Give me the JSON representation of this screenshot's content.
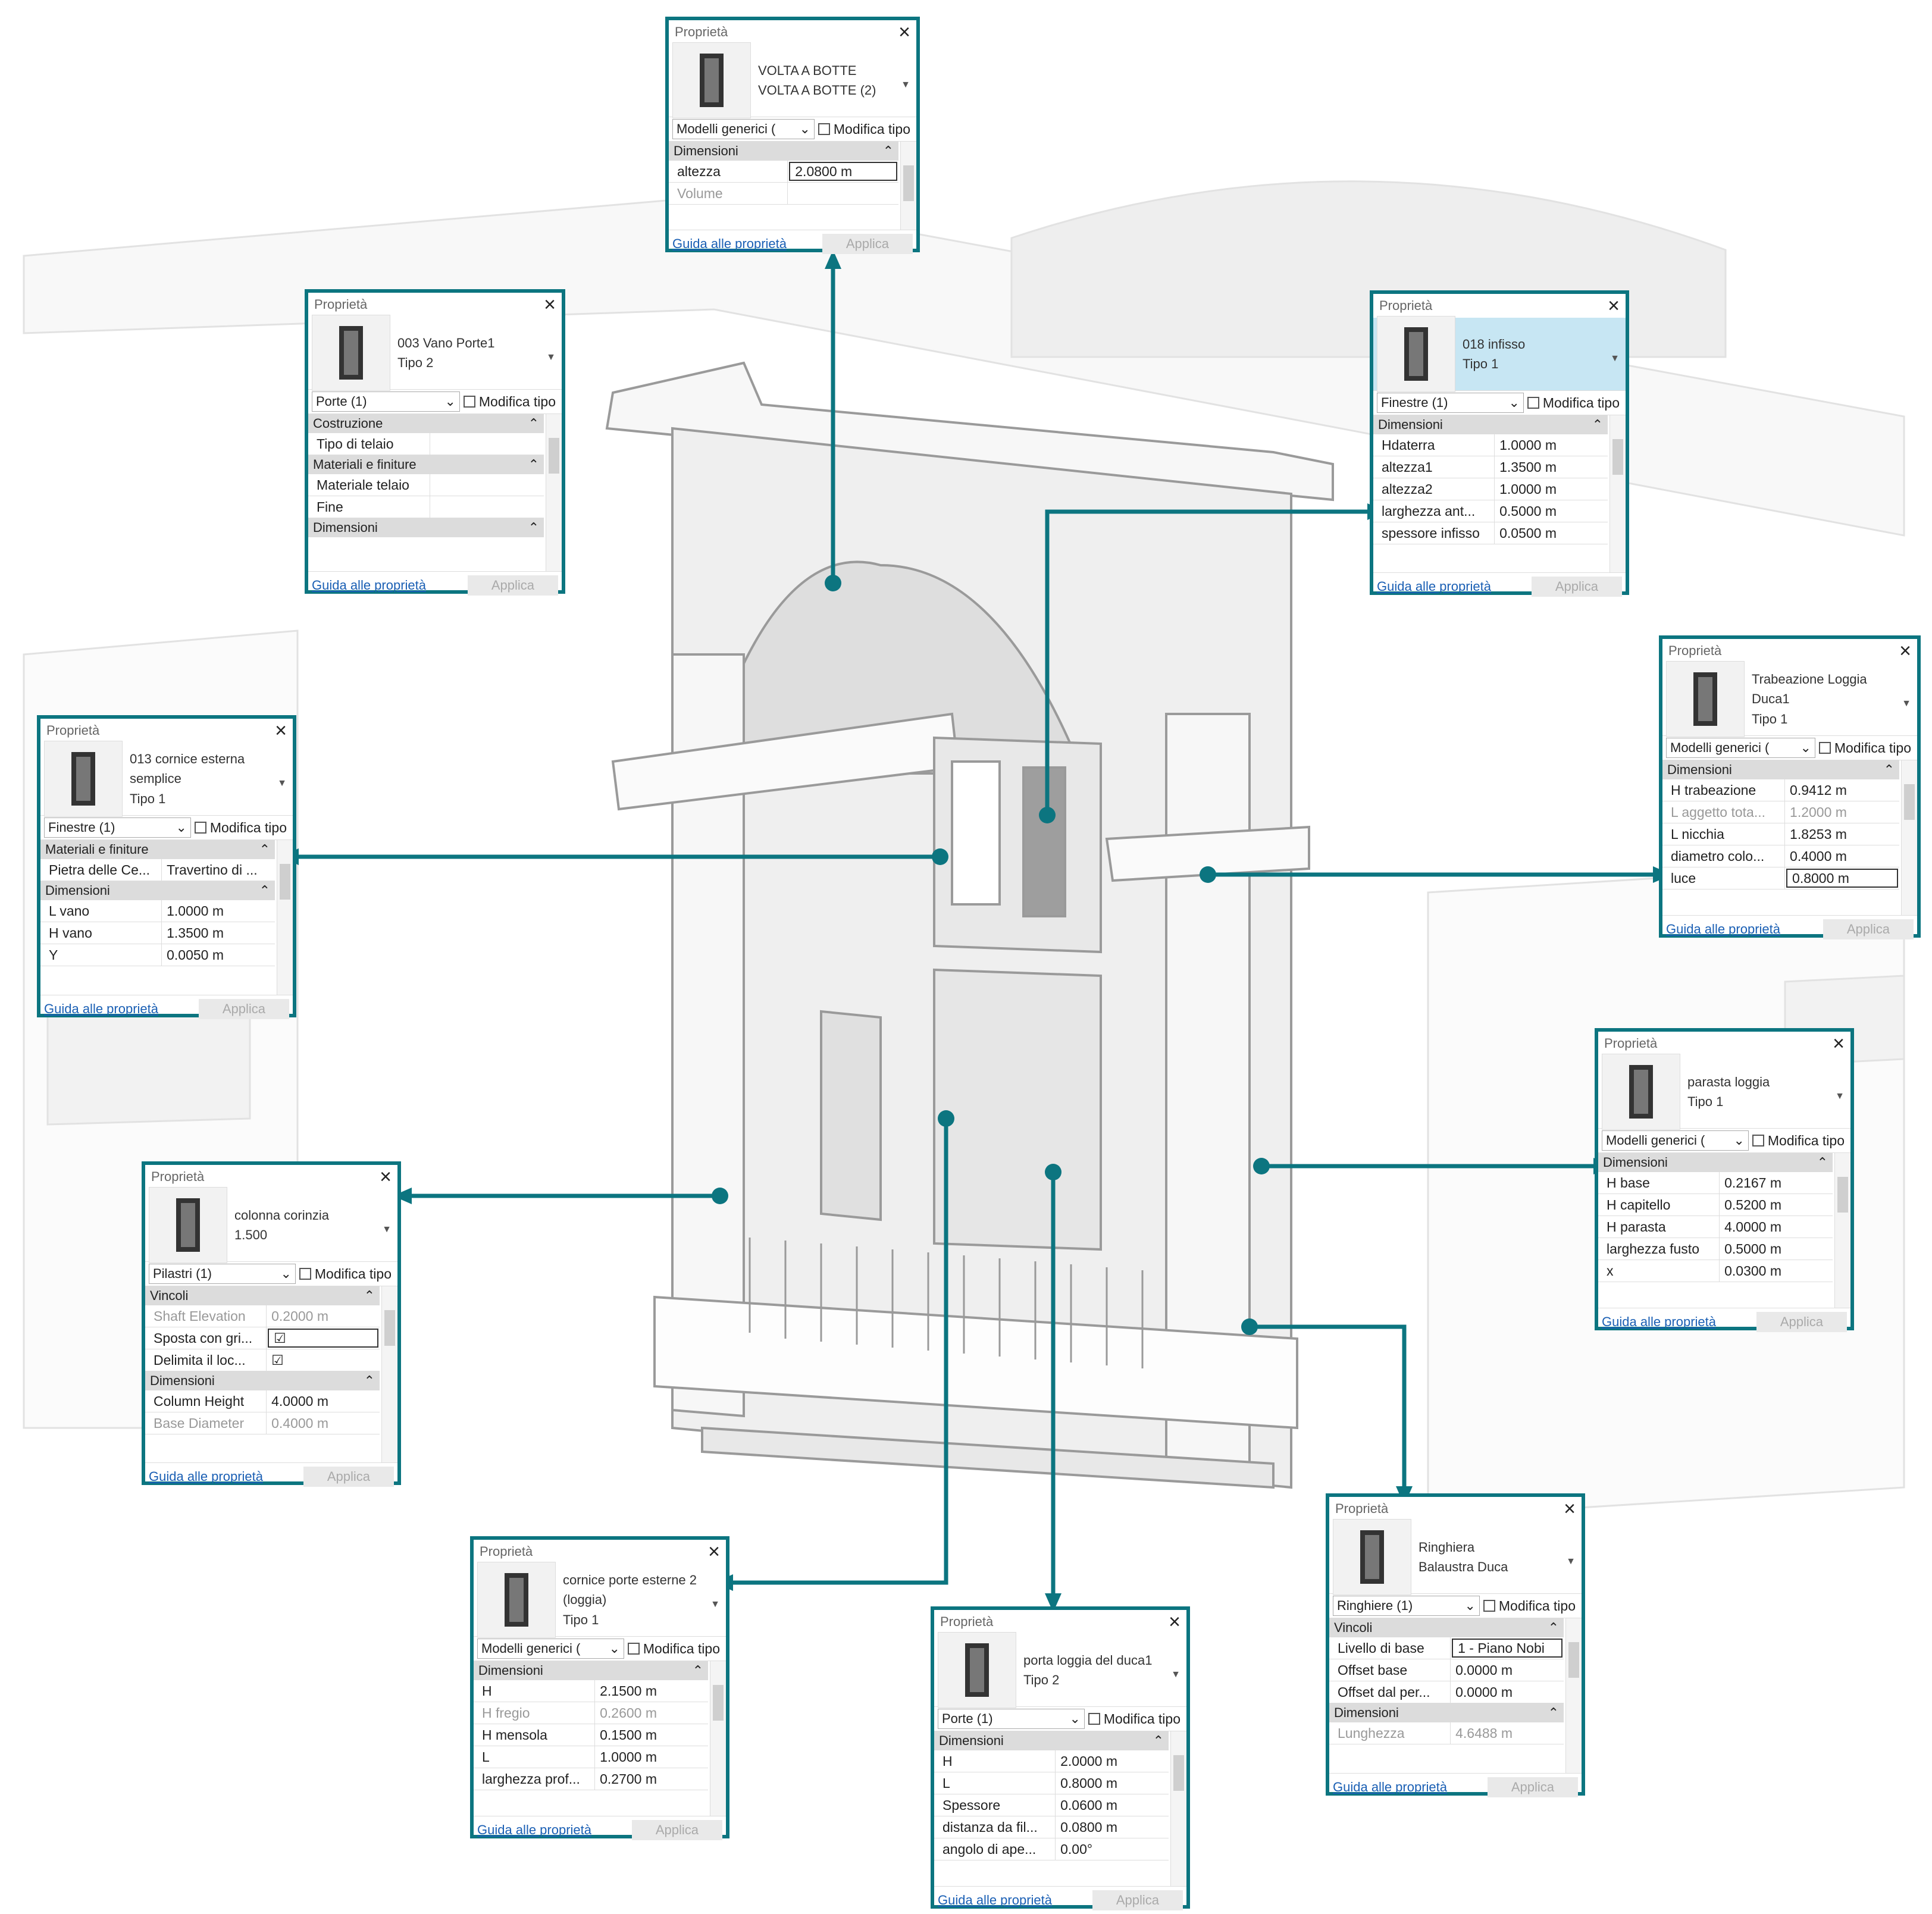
{
  "colors": {
    "accent": "#0c7580",
    "link": "#1a5fb4",
    "group_bg": "#dcdcdc",
    "highlight": "#c7e6f3"
  },
  "common": {
    "window_title": "Proprietà",
    "help_link": "Guida alle proprietà",
    "apply_button": "Applica",
    "edit_type": "Modifica tipo",
    "close_icon": "×"
  },
  "panels": [
    {
      "id": "volta",
      "type_lines": [
        "VOLTA A BOTTE",
        "VOLTA A BOTTE (2)"
      ],
      "thumb_icon": "barrel-vault-icon",
      "filter": "Modelli generici (",
      "highlighted": false,
      "sections": [
        {
          "group": "Dimensioni",
          "rows": [
            {
              "label": "altezza",
              "value": "2.0800 m",
              "boxed": true
            },
            {
              "label": "Volume",
              "value": "",
              "dim": true
            }
          ]
        }
      ]
    },
    {
      "id": "vano-porte",
      "type_lines": [
        "003 Vano Porte1",
        "Tipo 2"
      ],
      "thumb_icon": "door-opening-icon",
      "filter": "Porte (1)",
      "highlighted": false,
      "sections": [
        {
          "group": "Costruzione",
          "rows": [
            {
              "label": "Tipo di telaio",
              "value": ""
            }
          ]
        },
        {
          "group": "Materiali e finiture",
          "rows": [
            {
              "label": "Materiale telaio",
              "value": ""
            },
            {
              "label": "Fine",
              "value": ""
            }
          ]
        },
        {
          "group": "Dimensioni",
          "rows": []
        }
      ]
    },
    {
      "id": "infisso",
      "type_lines": [
        "018 infisso",
        "Tipo 1"
      ],
      "thumb_icon": "window-frame-icon",
      "filter": "Finestre (1)",
      "highlighted": true,
      "sections": [
        {
          "group": "Dimensioni",
          "rows": [
            {
              "label": "Hdaterra",
              "value": "1.0000 m"
            },
            {
              "label": "altezza1",
              "value": "1.3500 m"
            },
            {
              "label": "altezza2",
              "value": "1.0000 m"
            },
            {
              "label": "larghezza ant...",
              "value": "0.5000 m"
            },
            {
              "label": "spessore infisso",
              "value": "0.0500 m"
            }
          ]
        }
      ]
    },
    {
      "id": "trabeazione",
      "type_lines": [
        "Trabeazione Loggia",
        "Duca1",
        "Tipo 1"
      ],
      "thumb_icon": "entablature-icon",
      "filter": "Modelli generici (",
      "highlighted": false,
      "sections": [
        {
          "group": "Dimensioni",
          "rows": [
            {
              "label": "H trabeazione",
              "value": "0.9412 m"
            },
            {
              "label": "L aggetto tota...",
              "value": "1.2000 m",
              "dim": true
            },
            {
              "label": "L nicchia",
              "value": "1.8253 m"
            },
            {
              "label": "diametro colo...",
              "value": "0.4000 m"
            },
            {
              "label": "luce",
              "value": "0.8000 m",
              "boxed": true
            }
          ]
        }
      ]
    },
    {
      "id": "cornice-esterna",
      "type_lines": [
        "013 cornice esterna",
        "semplice",
        "Tipo 1"
      ],
      "thumb_icon": "window-frame-icon",
      "filter": "Finestre (1)",
      "highlighted": false,
      "sections": [
        {
          "group": "Materiali e finiture",
          "rows": [
            {
              "label": "Pietra delle Ce...",
              "value": "Travertino di ..."
            }
          ]
        },
        {
          "group": "Dimensioni",
          "rows": [
            {
              "label": "L vano",
              "value": "1.0000 m"
            },
            {
              "label": "H vano",
              "value": "1.3500 m"
            },
            {
              "label": "Y",
              "value": "0.0050 m"
            }
          ]
        }
      ]
    },
    {
      "id": "parasta",
      "type_lines": [
        "parasta loggia",
        "Tipo 1"
      ],
      "thumb_icon": "pilaster-icon",
      "filter": "Modelli generici (",
      "highlighted": false,
      "sections": [
        {
          "group": "Dimensioni",
          "rows": [
            {
              "label": "H base",
              "value": "0.2167 m"
            },
            {
              "label": "H capitello",
              "value": "0.5200 m"
            },
            {
              "label": "H parasta",
              "value": "4.0000 m"
            },
            {
              "label": "larghezza fusto",
              "value": "0.5000 m"
            },
            {
              "label": "x",
              "value": "0.0300 m"
            }
          ]
        }
      ]
    },
    {
      "id": "colonna",
      "type_lines": [
        "colonna corinzia",
        "1.500"
      ],
      "thumb_icon": "column-icon",
      "filter": "Pilastri (1)",
      "highlighted": false,
      "sections": [
        {
          "group": "Vincoli",
          "rows": [
            {
              "label": "Shaft Elevation",
              "value": "0.2000 m",
              "dim": true
            },
            {
              "label": "Sposta con gri...",
              "value": "☑",
              "boxed": true
            },
            {
              "label": "Delimita il loc...",
              "value": "☑"
            }
          ]
        },
        {
          "group": "Dimensioni",
          "rows": [
            {
              "label": "Column Height",
              "value": "4.0000 m"
            },
            {
              "label": "Base Diameter",
              "value": "0.4000 m",
              "dim": true
            }
          ]
        }
      ]
    },
    {
      "id": "ringhiera",
      "type_lines": [
        "Ringhiera",
        "Balaustra Duca"
      ],
      "thumb_icon": "railing-icon",
      "filter": "Ringhiere (1)",
      "highlighted": false,
      "sections": [
        {
          "group": "Vincoli",
          "rows": [
            {
              "label": "Livello di base",
              "value": "1 - Piano Nobi",
              "boxed": true
            },
            {
              "label": "Offset base",
              "value": "0.0000 m"
            },
            {
              "label": "Offset dal per...",
              "value": "0.0000 m"
            }
          ]
        },
        {
          "group": "Dimensioni",
          "rows": [
            {
              "label": "Lunghezza",
              "value": "4.6488 m",
              "dim": true
            }
          ]
        }
      ]
    },
    {
      "id": "cornice-porte",
      "type_lines": [
        "cornice porte esterne 2",
        "(loggia)",
        "Tipo 1"
      ],
      "thumb_icon": "door-frame-icon",
      "filter": "Modelli generici (",
      "highlighted": false,
      "sections": [
        {
          "group": "Dimensioni",
          "rows": [
            {
              "label": "H",
              "value": "2.1500 m"
            },
            {
              "label": "H fregio",
              "value": "0.2600 m",
              "dim": true
            },
            {
              "label": "H mensola",
              "value": "0.1500 m"
            },
            {
              "label": "L",
              "value": "1.0000 m"
            },
            {
              "label": "larghezza prof...",
              "value": "0.2700 m"
            }
          ]
        }
      ]
    },
    {
      "id": "porta",
      "type_lines": [
        "porta loggia del duca1",
        "Tipo 2"
      ],
      "thumb_icon": "door-icon",
      "filter": "Porte (1)",
      "highlighted": false,
      "sections": [
        {
          "group": "Dimensioni",
          "rows": [
            {
              "label": "H",
              "value": "2.0000 m"
            },
            {
              "label": "L",
              "value": "0.8000 m"
            },
            {
              "label": "Spessore",
              "value": "0.0600 m"
            },
            {
              "label": "distanza da fil...",
              "value": "0.0800 m"
            },
            {
              "label": "angolo di ape...",
              "value": "0.00°"
            }
          ]
        }
      ]
    }
  ]
}
